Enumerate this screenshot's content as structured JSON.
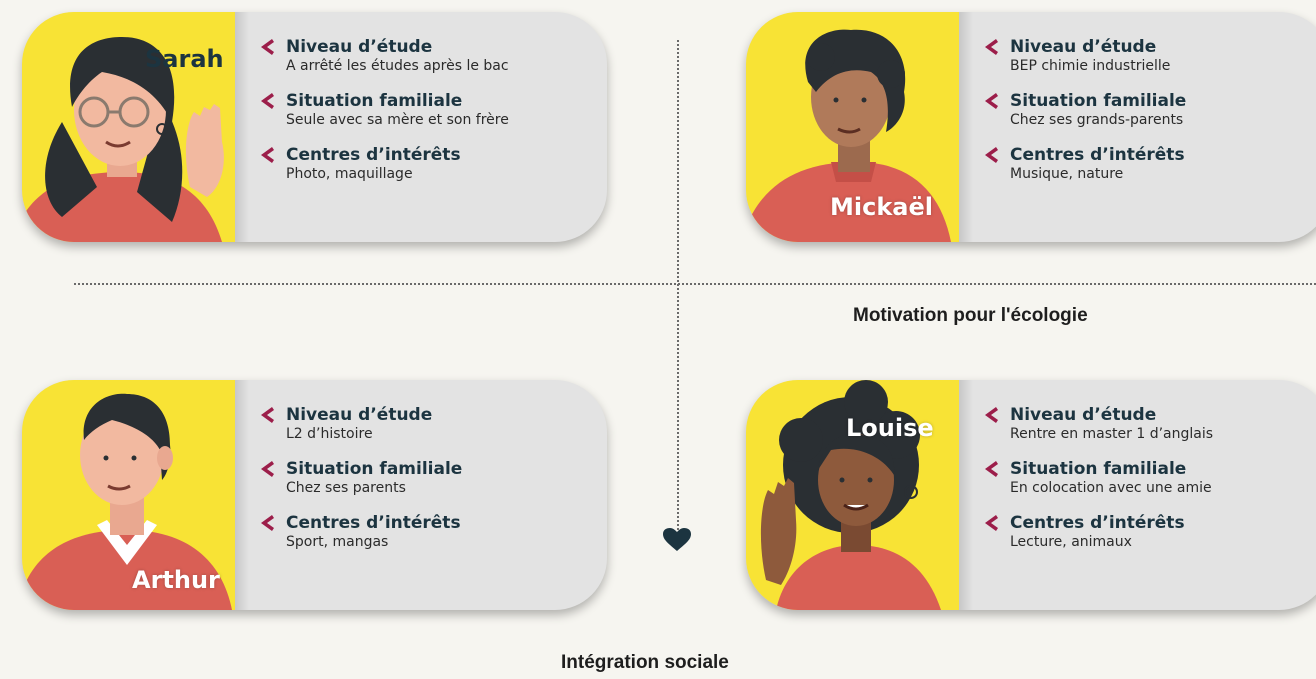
{
  "axes": {
    "horizontal_label": "Motivation pour l'écologie",
    "vertical_label": "Intégration sociale"
  },
  "colors": {
    "navy": "#1c3440",
    "accent_yellow": "#f8e335",
    "card_grey": "#e3e3e3",
    "chevron": "#9c1e4a",
    "shirt": "#d95f55"
  },
  "personas": [
    {
      "name": "Sarah",
      "items": [
        {
          "title": "Niveau d’étude",
          "value": "A arrêté les études après le bac"
        },
        {
          "title": "Situation familiale",
          "value": "Seule avec sa mère et son frère"
        },
        {
          "title": "Centres d’intérêts",
          "value": "Photo, maquillage"
        }
      ]
    },
    {
      "name": "Mickaël",
      "items": [
        {
          "title": "Niveau d’étude",
          "value": "BEP chimie industrielle"
        },
        {
          "title": "Situation familiale",
          "value": "Chez ses grands-parents"
        },
        {
          "title": "Centres d’intérêts",
          "value": "Musique, nature"
        }
      ]
    },
    {
      "name": "Arthur",
      "items": [
        {
          "title": "Niveau d’étude",
          "value": "L2 d’histoire"
        },
        {
          "title": "Situation familiale",
          "value": "Chez ses parents"
        },
        {
          "title": "Centres d’intérêts",
          "value": "Sport, mangas"
        }
      ]
    },
    {
      "name": "Louise",
      "items": [
        {
          "title": "Niveau d’étude",
          "value": "Rentre en master 1 d’anglais"
        },
        {
          "title": "Situation familiale",
          "value": "En colocation avec une amie"
        },
        {
          "title": "Centres d’intérêts",
          "value": "Lecture, animaux"
        }
      ]
    }
  ]
}
